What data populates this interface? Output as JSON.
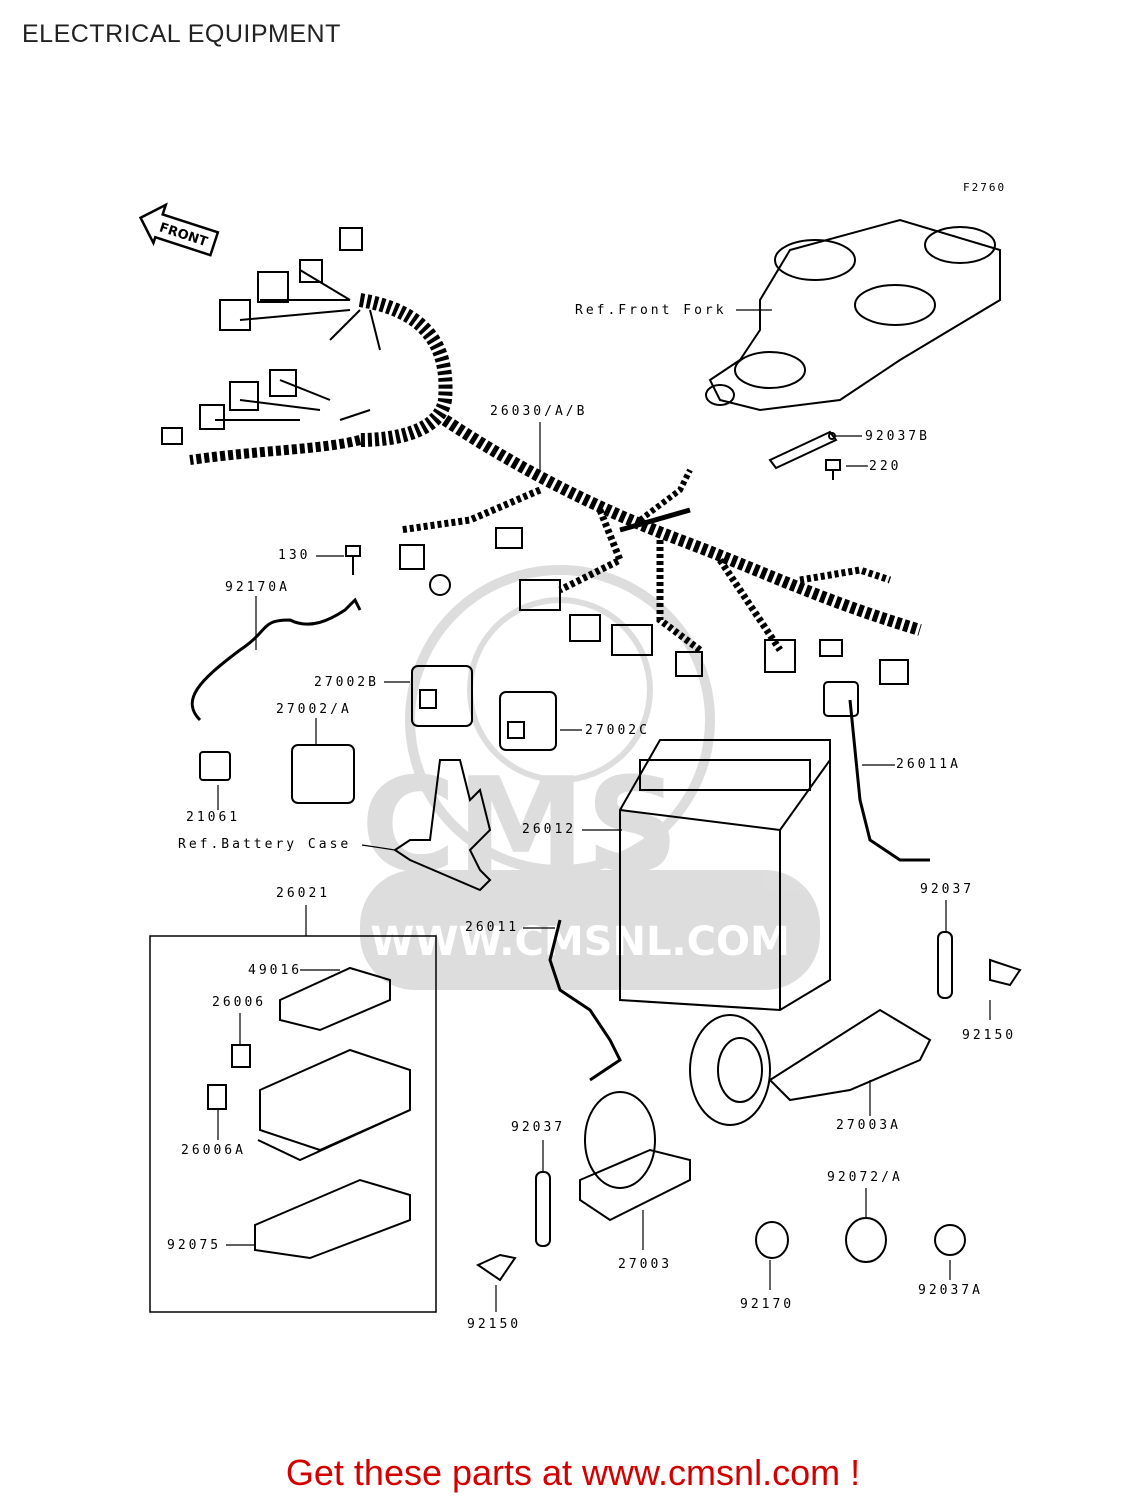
{
  "page": {
    "title": "ELECTRICAL EQUIPMENT",
    "figure_code": "F2760"
  },
  "front_arrow": {
    "label": "FRONT"
  },
  "parts": [
    {
      "id": "p26030",
      "text": "26030/A/B"
    },
    {
      "id": "p130",
      "text": "130"
    },
    {
      "id": "p92170A",
      "text": "92170A"
    },
    {
      "id": "p27002B",
      "text": "27002B"
    },
    {
      "id": "p27002A",
      "text": "27002/A"
    },
    {
      "id": "p27002C",
      "text": "27002C"
    },
    {
      "id": "p21061",
      "text": "21061"
    },
    {
      "id": "refBattery",
      "text": "Ref.Battery Case"
    },
    {
      "id": "refFork",
      "text": "Ref.Front Fork"
    },
    {
      "id": "p92037B",
      "text": "92037B"
    },
    {
      "id": "p220",
      "text": "220"
    },
    {
      "id": "p26011A",
      "text": "26011A"
    },
    {
      "id": "p26012",
      "text": "26012"
    },
    {
      "id": "p26021",
      "text": "26021"
    },
    {
      "id": "p26011",
      "text": "26011"
    },
    {
      "id": "p49016",
      "text": "49016"
    },
    {
      "id": "p26006",
      "text": "26006"
    },
    {
      "id": "p26006A",
      "text": "26006A"
    },
    {
      "id": "p92075",
      "text": "92075"
    },
    {
      "id": "p92037_r",
      "text": "92037"
    },
    {
      "id": "p92150_r",
      "text": "92150"
    },
    {
      "id": "p27003A",
      "text": "27003A"
    },
    {
      "id": "p92037_b",
      "text": "92037"
    },
    {
      "id": "p27003",
      "text": "27003"
    },
    {
      "id": "p92150_b",
      "text": "92150"
    },
    {
      "id": "p92072A",
      "text": "92072/A"
    },
    {
      "id": "p92170",
      "text": "92170"
    },
    {
      "id": "p92037A",
      "text": "92037A"
    }
  ],
  "watermark": {
    "brand": "CMS",
    "site": "WWW.CMSNL.COM"
  },
  "footer": {
    "text": "Get these parts at www.cmsnl.com !",
    "color": "#d40000"
  }
}
